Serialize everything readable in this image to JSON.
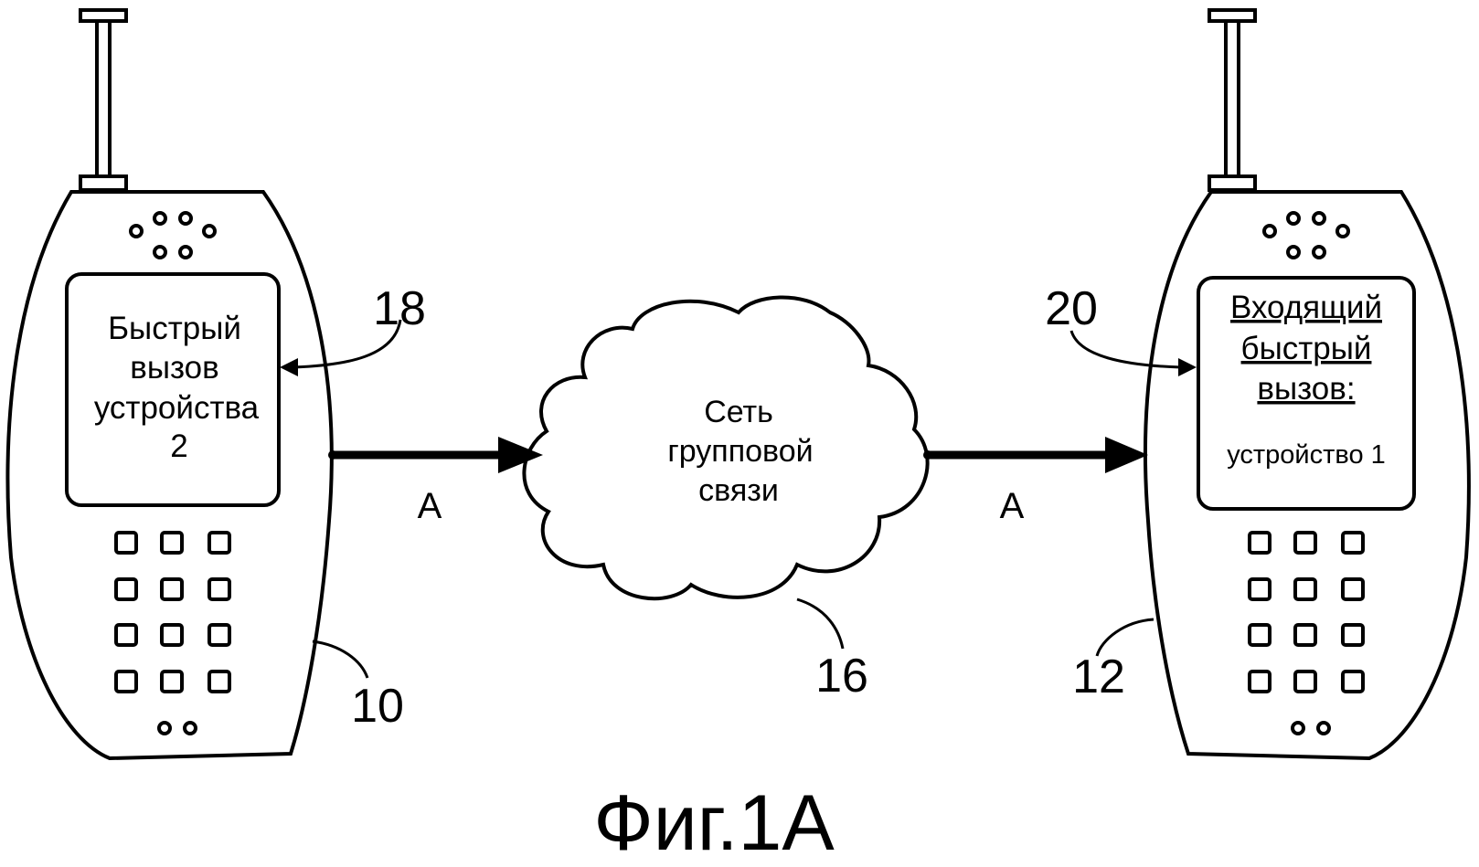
{
  "figure": {
    "caption": "Фиг.1А"
  },
  "device_left": {
    "ref": "10",
    "screen_ref": "18",
    "screen_lines": [
      "Быстрый",
      "вызов",
      "устройства",
      "2"
    ]
  },
  "device_right": {
    "ref": "12",
    "screen_ref": "20",
    "screen_lines": [
      "Входящий",
      "быстрый",
      "вызов:",
      "устройство 1"
    ]
  },
  "network": {
    "ref": "16",
    "label_lines": [
      "Сеть",
      "групповой",
      "связи"
    ]
  },
  "arrows": {
    "left_label": "А",
    "right_label": "А"
  }
}
